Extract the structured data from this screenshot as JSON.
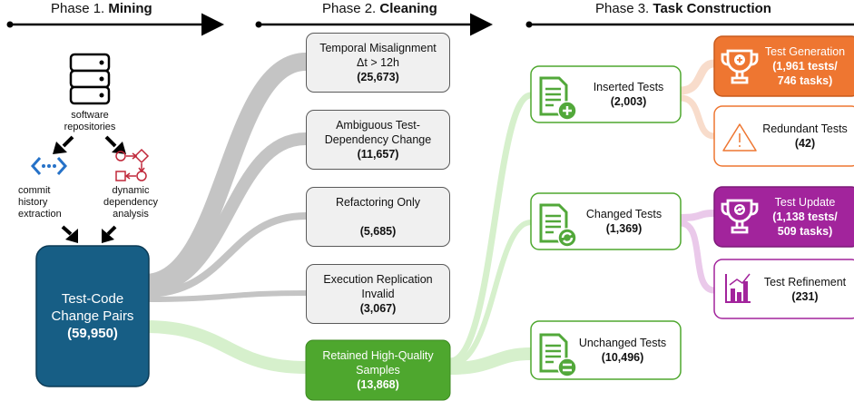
{
  "phases": [
    {
      "prefix": "Phase 1.",
      "name": "Mining"
    },
    {
      "prefix": "Phase 2.",
      "name": "Cleaning"
    },
    {
      "prefix": "Phase 3.",
      "name": "Task Construction"
    }
  ],
  "mining": {
    "repositories_label": [
      "software",
      "repositories"
    ],
    "commit_label": [
      "commit",
      "history",
      "extraction"
    ],
    "dynamic_label": [
      "dynamic",
      "dependency",
      "analysis"
    ],
    "pairs": {
      "title_line1": "Test-Code",
      "title_line2": "Change Pairs",
      "count": "(59,950)"
    }
  },
  "cleaning": [
    {
      "line1": "Temporal Misalignment",
      "line2": "Δt > 12h",
      "count": "(25,673)"
    },
    {
      "line1": "Ambiguous Test-",
      "line2": "Dependency Change",
      "count": "(11,657)"
    },
    {
      "line1": "Refactoring Only",
      "line2": "",
      "count": "(5,685)"
    },
    {
      "line1": "Execution Replication",
      "line2": "Invalid",
      "count": "(3,067)"
    },
    {
      "line1": "Retained High-Quality",
      "line2": "Samples",
      "count": "(13,868)"
    }
  ],
  "tests": [
    {
      "name": "Inserted Tests",
      "count": "(2,003)",
      "badge_icon": "plus-icon"
    },
    {
      "name": "Changed Tests",
      "count": "(1,369)",
      "badge_icon": "refresh-icon"
    },
    {
      "name": "Unchanged Tests",
      "count": "(10,496)",
      "badge_icon": "equals-icon"
    }
  ],
  "tasks": [
    {
      "name": "Test Generation",
      "detail1": "(1,961 tests/",
      "detail2": "746 tasks)",
      "icon": "trophy-plus-icon"
    },
    {
      "name": "Redundant Tests",
      "count": "(42)",
      "icon": "warning-icon"
    },
    {
      "name": "Test Update",
      "detail1": "(1,138 tests/",
      "detail2": "509 tasks)",
      "icon": "trophy-refresh-icon"
    },
    {
      "name": "Test Refinement",
      "count": "(231)",
      "icon": "bar-chart-icon"
    }
  ],
  "colors": {
    "pairs_fill": "#175e85",
    "pairs_border": "#0b3a55",
    "retained_fill": "#4ea72e",
    "green_flow": "#d6f0cc",
    "gray_flow": "#c4c4c4",
    "orange": "#ee7631",
    "orange_flow": "#f8dccb",
    "purple": "#a2249c",
    "purple_flow": "#eac9ea",
    "doc_icon": "#52a83a",
    "blue_icon": "#2672c8",
    "red_icon": "#c0283a"
  }
}
